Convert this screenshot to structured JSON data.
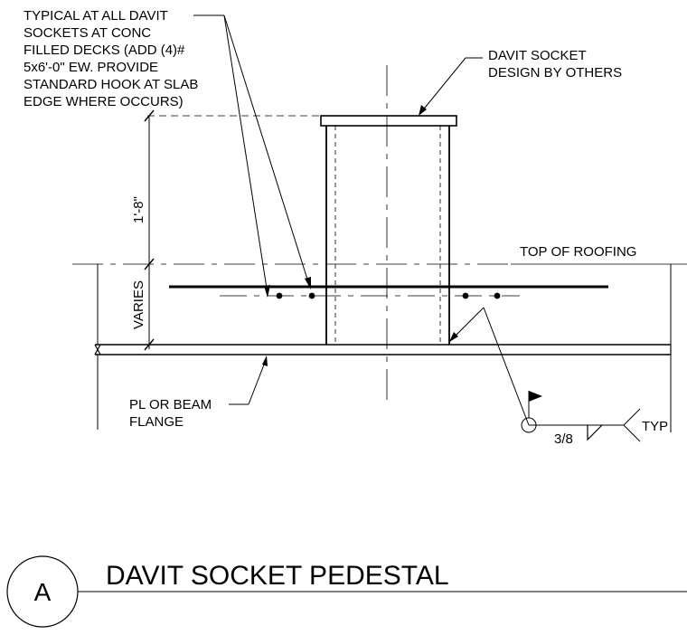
{
  "notes": {
    "typical_lines": [
      "TYPICAL AT ALL DAVIT",
      "SOCKETS AT CONC",
      "FILLED DECKS (ADD (4)#",
      "5x6'-0\" EW. PROVIDE",
      "STANDARD HOOK AT SLAB",
      "EDGE WHERE OCCURS)"
    ],
    "davit_lines": [
      "DAVIT SOCKET",
      "DESIGN BY OTHERS"
    ],
    "top_of_roofing": "TOP OF ROOFING",
    "pl_lines": [
      "PL OR BEAM",
      "FLANGE"
    ],
    "dim_upper": "1'-8\"",
    "dim_lower": "VARIES",
    "weld_size": "3/8",
    "weld_tail": "TYP"
  },
  "title_block": {
    "letter": "A",
    "title": "DAVIT SOCKET PEDESTAL"
  }
}
